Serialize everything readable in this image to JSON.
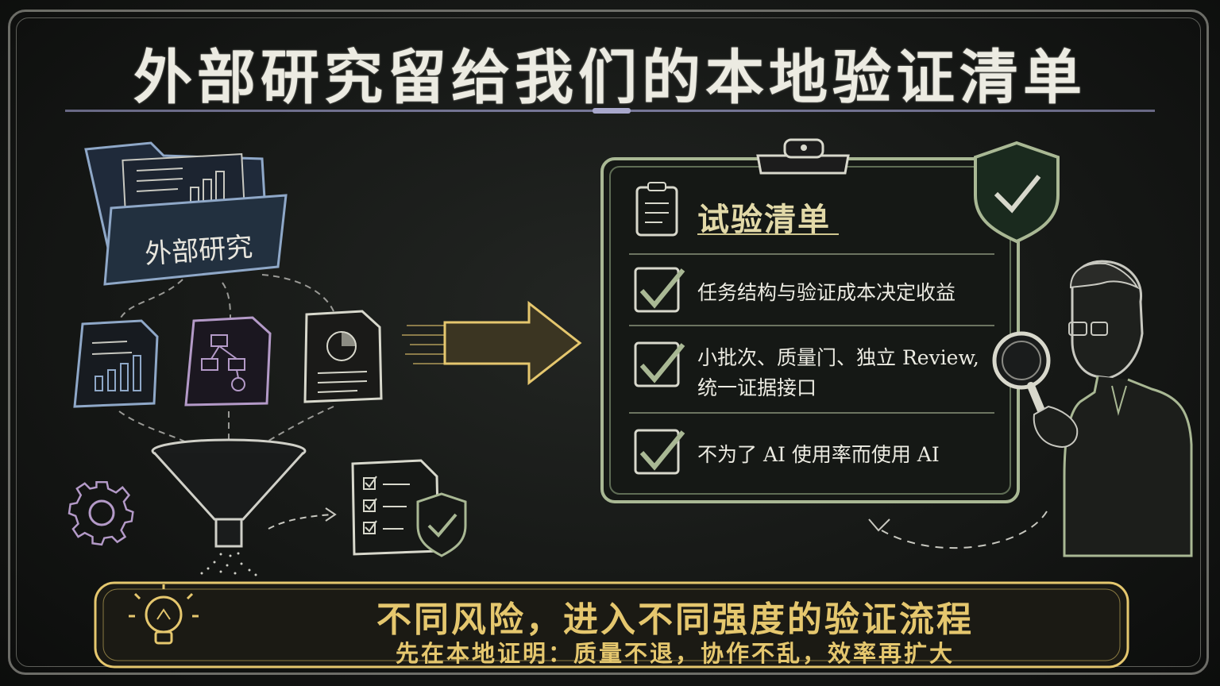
{
  "title": "外部研究留给我们的本地验证清单",
  "folder": {
    "label": "外部研究",
    "icon": "folder-icon"
  },
  "checklist": {
    "title": "试验清单",
    "items": [
      {
        "line1": "任务结构与验证成本决定收益",
        "line2": ""
      },
      {
        "line1": "小批次、质量门、独立 Review,",
        "line2": "统一证据接口"
      },
      {
        "line1": "不为了 AI 使用率而使用 AI",
        "line2": ""
      }
    ]
  },
  "banner": {
    "title": "不同风险，进入不同强度的验证流程",
    "subtitle": "先在本地证明：质量不退，协作不乱，效率再扩大"
  },
  "colors": {
    "chalk_white": "#ecebe2",
    "chalk_yellow": "#e5c76e",
    "chalk_green": "#a9b894",
    "chalk_purple": "#b49ac8",
    "chalk_blue": "#8fa8c8"
  },
  "icons": [
    "folder-icon",
    "bar-chart-document-icon",
    "flowchart-document-icon",
    "pie-chart-document-icon",
    "funnel-icon",
    "gear-icon",
    "checklist-document-icon",
    "shield-check-icon",
    "arrow-right-icon",
    "clipboard-icon",
    "checkbox-icon",
    "person-with-magnifier-icon",
    "lightbulb-icon"
  ]
}
